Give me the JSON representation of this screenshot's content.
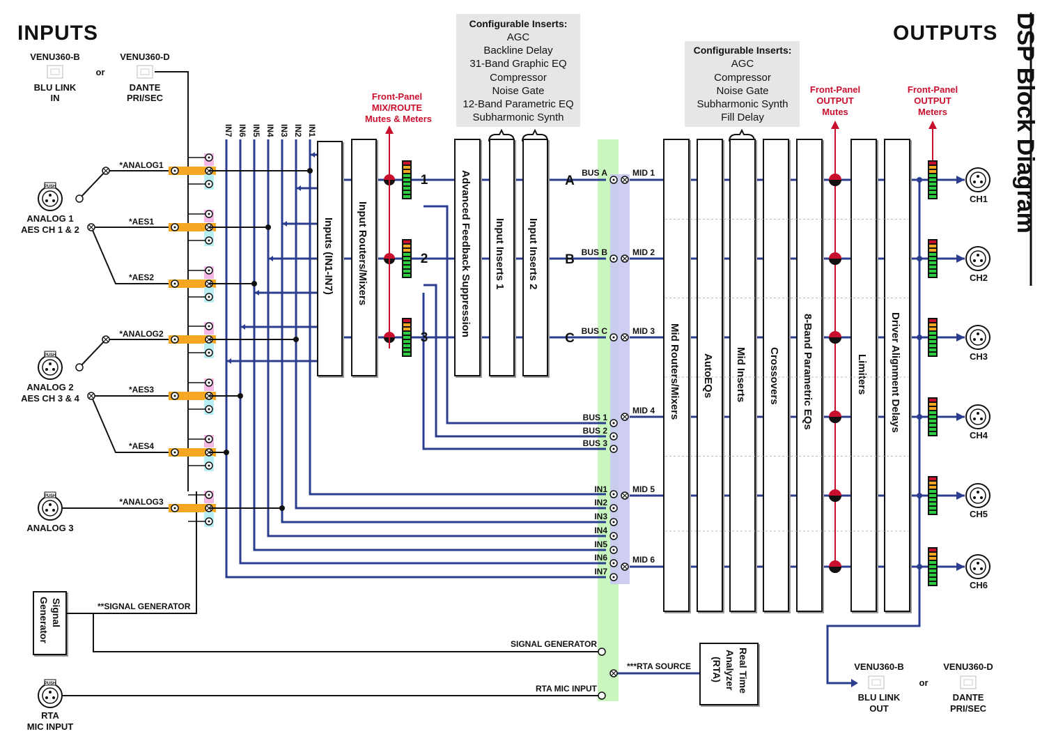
{
  "headings": {
    "inputs": "INPUTS",
    "outputs": "OUTPUTS",
    "title": "DSP Block Diagram"
  },
  "venu_top": {
    "b_model": "VENU360-B",
    "b_label1": "BLU LINK",
    "b_label2": "IN",
    "or": "or",
    "d_model": "VENU360-D",
    "d_label1": "DANTE",
    "d_label2": "PRI/SEC"
  },
  "venu_bottom": {
    "b_model": "VENU360-B",
    "b_label1": "BLU LINK",
    "b_label2": "OUT",
    "or": "or",
    "d_model": "VENU360-D",
    "d_label1": "DANTE",
    "d_label2": "PRI/SEC"
  },
  "connectors": [
    {
      "line1": "ANALOG 1",
      "line2": "AES CH 1 & 2"
    },
    {
      "line1": "ANALOG 2",
      "line2": "AES CH 3 & 4"
    },
    {
      "line1": "ANALOG 3",
      "line2": ""
    },
    {
      "line1": "RTA",
      "line2": "MIC INPUT"
    }
  ],
  "push_label": "PUSH",
  "channel_labels": [
    "*ANALOG1",
    "*AES1",
    "*AES2",
    "*ANALOG2",
    "*AES3",
    "*AES4",
    "*ANALOG3"
  ],
  "in_bus_labels": [
    "IN7",
    "IN6",
    "IN5",
    "IN4",
    "IN3",
    "IN2",
    "IN1"
  ],
  "signal_generator": {
    "box": [
      "Signal",
      "Generator"
    ],
    "line_label": "**SIGNAL GENERATOR",
    "bus_label": "SIGNAL GENERATOR"
  },
  "rta_mic_label": "RTA MIC INPUT",
  "rta_source_label": "***RTA SOURCE",
  "rta_box": [
    "Real Time",
    "Analyzer",
    "(RTA)"
  ],
  "blocks_left": [
    "Inputs (IN1-IN7)",
    "Input Routers/Mixers",
    "Advanced Feedback Suppression",
    "Input Inserts 1",
    "Input Inserts 2"
  ],
  "blocks_right": [
    "Mid Routers/Mixers",
    "AutoEQs",
    "Mid Inserts",
    "Crossovers",
    "8-Band Parametric EQs",
    "Limiters",
    "Driver Alignment Delays"
  ],
  "front_panel_mix": [
    "Front-Panel",
    "MIX/ROUTE",
    "Mutes & Meters"
  ],
  "front_panel_out_mutes": [
    "Front-Panel",
    "OUTPUT",
    "Mutes"
  ],
  "front_panel_out_meters": [
    "Front-Panel",
    "OUTPUT",
    "Meters"
  ],
  "inserts_1": {
    "title": "Configurable Inserts:",
    "items": [
      "AGC",
      "Backline Delay",
      "31-Band Graphic EQ",
      "Compressor",
      "Noise Gate",
      "12-Band Parametric EQ",
      "Subharmonic Synth"
    ]
  },
  "inserts_2": {
    "title": "Configurable Inserts:",
    "items": [
      "AGC",
      "Compressor",
      "Noise Gate",
      "Subharmonic Synth",
      "Fill Delay"
    ]
  },
  "mix_numbers": [
    "1",
    "2",
    "3"
  ],
  "bus_letters": [
    "A",
    "B",
    "C"
  ],
  "bus_abc_labels": [
    "BUS A",
    "BUS B",
    "BUS C"
  ],
  "bus_123_labels": [
    "BUS 1",
    "BUS 2",
    "BUS 3"
  ],
  "in_router_labels": [
    "IN1",
    "IN2",
    "IN3",
    "IN4",
    "IN5",
    "IN6",
    "IN7"
  ],
  "mid_labels": [
    "MID 1",
    "MID 2",
    "MID 3",
    "MID 4",
    "MID 5",
    "MID 6"
  ],
  "outputs": [
    "CH1",
    "CH2",
    "CH3",
    "CH4",
    "CH5",
    "CH6"
  ],
  "colors": {
    "signal": "#2b3d8f",
    "red": "#c8102e",
    "orange": "#f5a623",
    "green_band": "#c9f5bf",
    "lavender_band": "#c9c9f2",
    "pink": "#f5b8e6",
    "cyan": "#b9eef2",
    "meter_green": "#2ecc40",
    "insert_box": "#e6e6e6"
  }
}
